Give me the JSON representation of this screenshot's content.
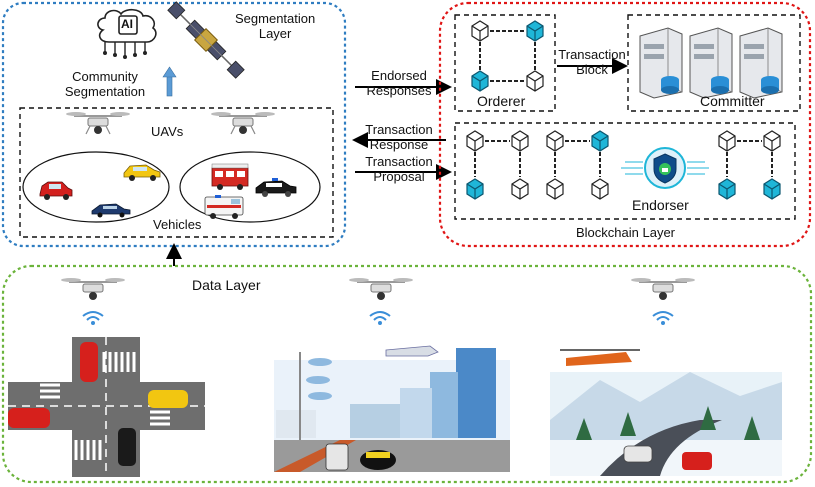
{
  "segmentation": {
    "layer_title_line1": "Segmentation",
    "layer_title_line2": "Layer",
    "community_line1": "Community",
    "community_line2": "Segmentation",
    "ai_chip_text": "AI",
    "uavs_label": "UAVs",
    "vehicles_label": "Vehicles"
  },
  "flows": {
    "endorsed_line1": "Endorsed",
    "endorsed_line2": "Responses",
    "tx_response_line1": "Transaction",
    "tx_response_line2": "Response",
    "tx_proposal_line1": "Transaction",
    "tx_proposal_line2": "Proposal"
  },
  "blockchain": {
    "orderer_label": "Orderer",
    "tx_block_line1": "Transaction",
    "tx_block_line2": "Block",
    "committer_label": "Committer",
    "endorser_label": "Endorser",
    "layer_title": "Blockchain Layer"
  },
  "data_layer": {
    "title": "Data Layer"
  },
  "colors": {
    "segmentation_border": "#2f7dc1",
    "blockchain_border": "#e01515",
    "data_border": "#6bb33b",
    "block_cyan": "#1fb6d8",
    "arrow_blue": "#5b9bd5"
  }
}
